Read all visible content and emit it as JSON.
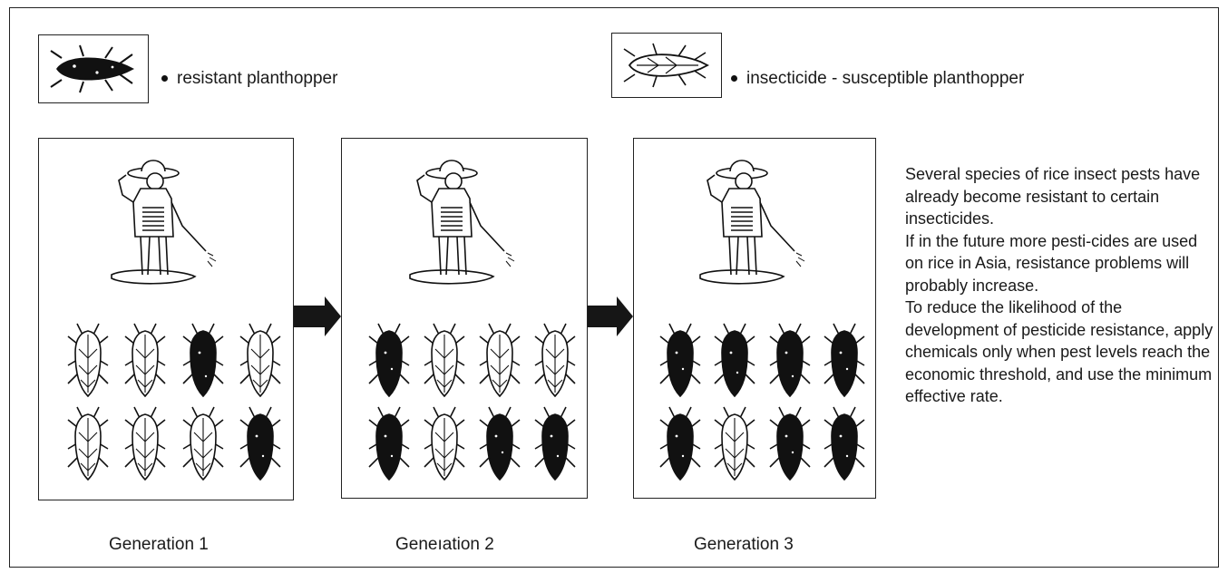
{
  "legend": {
    "resistant": {
      "label": "resistant  planthopper",
      "icon": "dark-planthopper-icon"
    },
    "susceptible": {
      "label": "insecticide - susceptible planthopper",
      "icon": "light-planthopper-icon"
    }
  },
  "generations": [
    {
      "label": "Generation 1",
      "insects": [
        "light",
        "light",
        "dark",
        "light",
        "light",
        "light",
        "light",
        "dark"
      ]
    },
    {
      "label": "Geneıation 2",
      "insects": [
        "dark",
        "light",
        "light",
        "light",
        "dark",
        "light",
        "dark",
        "dark"
      ]
    },
    {
      "label": "Generation 3",
      "insects": [
        "dark",
        "dark",
        "dark",
        "dark",
        "dark",
        "light",
        "dark",
        "dark"
      ]
    }
  ],
  "note": [
    "Several species of rice insect pests have already become resistant to certain insecticides.",
    "If in the future more pesti-cides are used on rice in Asia, resistance problems will probably increase.",
    "To reduce the likelihood of the development of pesticide resistance, apply chemicals only when pest levels reach the economic threshold, and use the minimum effective rate."
  ],
  "colors": {
    "ink": "#111111",
    "paper": "#ffffff",
    "arrow": "#161616"
  },
  "icons": {
    "farmer": "farmer-spraying-icon",
    "arrow": "right-arrow-icon"
  }
}
